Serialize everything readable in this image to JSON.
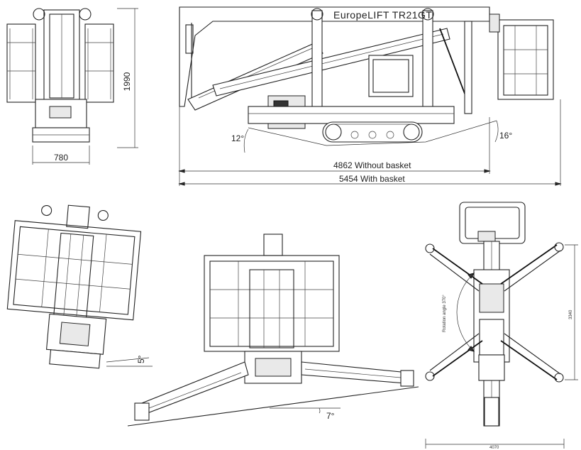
{
  "model_label": "EuropeLIFT TR21GT",
  "dimensions": {
    "height": "1990",
    "width": "780",
    "length_without_basket": "4862 Without basket",
    "length_with_basket": "5454 With basket",
    "outrigger_span": "3340",
    "bottom_width": "4070"
  },
  "angles": {
    "front_slope": "12°",
    "rear_slope": "16°",
    "side_tilt": "5°",
    "lateral_tilt": "7°",
    "rotation": "Rotation angle 370°"
  }
}
